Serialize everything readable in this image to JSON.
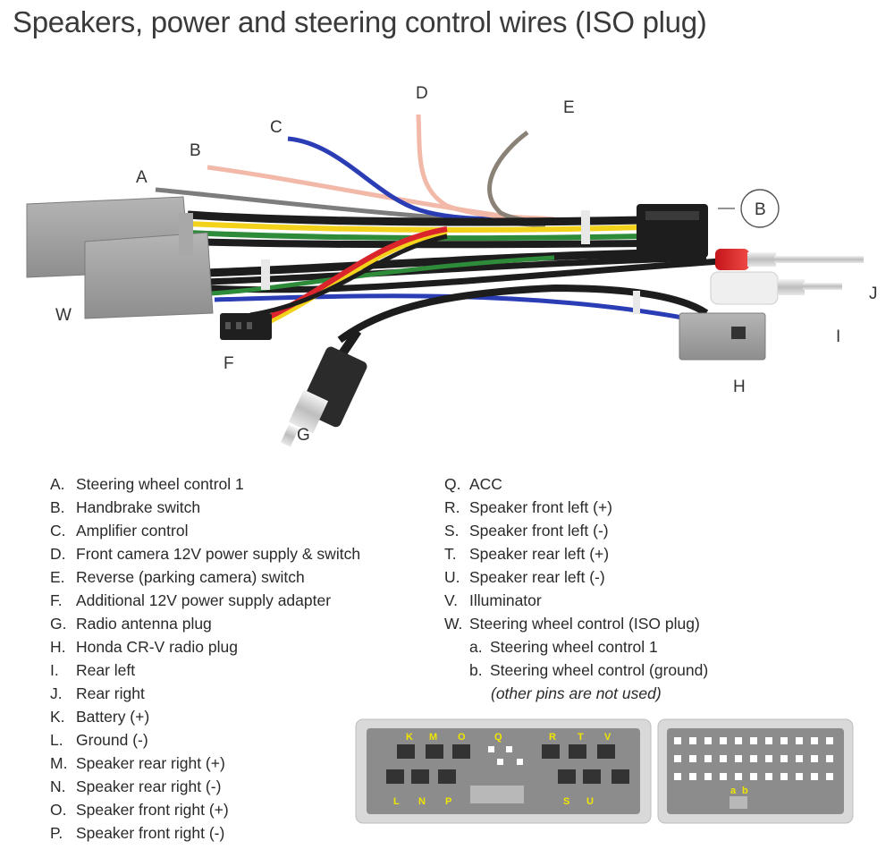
{
  "title": "Speakers, power and steering control wires (ISO plug)",
  "diagram": {
    "labels": {
      "A": "A",
      "B": "B",
      "C": "C",
      "D": "D",
      "E": "E",
      "F": "F",
      "G": "G",
      "H": "H",
      "I": "I",
      "J": "J",
      "W": "W",
      "B_circled": "B"
    },
    "wire_colors": {
      "grey": "#7d7d7d",
      "pink": "#f2b8a8",
      "blue": "#2a3db5",
      "yellow": "#f2d21b",
      "green": "#2e8b3a",
      "red": "#d9252b",
      "black": "#1d1d1d",
      "white": "#eeeeee"
    }
  },
  "legend_left": [
    {
      "key": "A.",
      "text": "Steering wheel control 1"
    },
    {
      "key": "B.",
      "text": "Handbrake switch"
    },
    {
      "key": "C.",
      "text": "Amplifier control"
    },
    {
      "key": "D.",
      "text": "Front camera 12V power supply & switch"
    },
    {
      "key": "E.",
      "text": "Reverse (parking camera) switch"
    },
    {
      "key": "F.",
      "text": "Additional 12V power supply adapter"
    },
    {
      "key": "G.",
      "text": "Radio antenna plug"
    },
    {
      "key": "H.",
      "text": "Honda CR-V radio plug"
    },
    {
      "key": "I.",
      "text": "Rear left"
    },
    {
      "key": "J.",
      "text": "Rear right"
    },
    {
      "key": "K.",
      "text": "Battery (+)"
    },
    {
      "key": "L.",
      "text": "Ground (-)"
    },
    {
      "key": "M.",
      "text": "Speaker rear right (+)"
    },
    {
      "key": "N.",
      "text": "Speaker rear right (-)"
    },
    {
      "key": "O.",
      "text": "Speaker front right (+)"
    },
    {
      "key": "P.",
      "text": "Speaker front right (-)"
    }
  ],
  "legend_right": [
    {
      "key": "Q.",
      "text": "ACC"
    },
    {
      "key": "R.",
      "text": "Speaker front left (+)"
    },
    {
      "key": "S.",
      "text": "Speaker front left (-)"
    },
    {
      "key": "T.",
      "text": "Speaker rear left (+)"
    },
    {
      "key": "U.",
      "text": "Speaker rear left (-)"
    },
    {
      "key": "V.",
      "text": "Illuminator"
    },
    {
      "key": "W.",
      "text": "Steering wheel control (ISO plug)"
    }
  ],
  "legend_sub": [
    {
      "key": "a.",
      "text": "Steering wheel control 1"
    },
    {
      "key": "b.",
      "text": "Steering wheel control (ground)"
    }
  ],
  "legend_note": "(other pins are not used)",
  "pinout": {
    "top": [
      "K",
      "M",
      "O",
      "Q",
      "R",
      "T",
      "V"
    ],
    "bottom": [
      "L",
      "N",
      "P",
      "S",
      "U"
    ],
    "swc": [
      "a",
      "b"
    ],
    "pin_label_color": "#f0e600",
    "housing_color": "#d9d9d9"
  }
}
